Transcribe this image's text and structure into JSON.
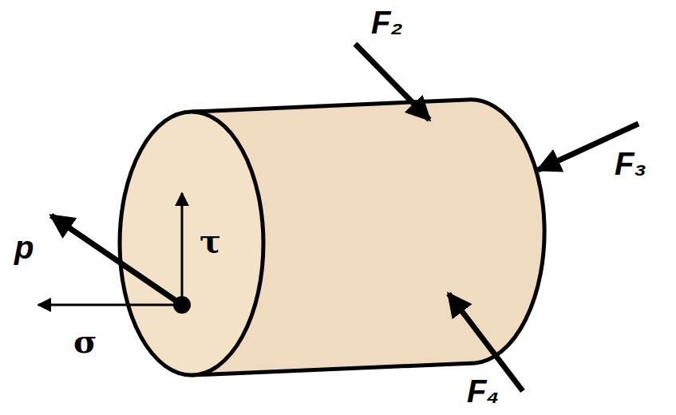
{
  "diagram": {
    "labels": [
      "F₂",
      "F₃",
      "p",
      "τ",
      "σ",
      "F₄"
    ]
  }
}
